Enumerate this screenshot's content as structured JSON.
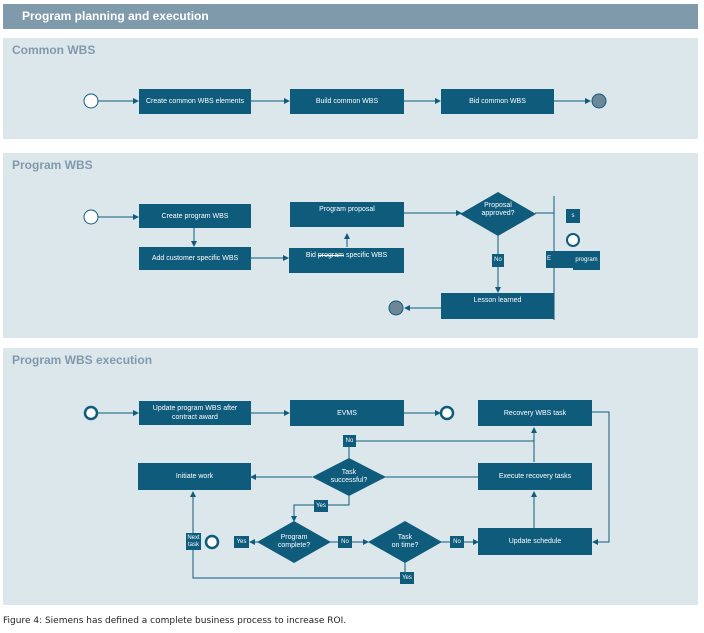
{
  "header": {
    "title": "Program planning and execution"
  },
  "panels": {
    "common": {
      "title": "Common WBS",
      "create": "Create common WBS elements",
      "build": "Build common WBS",
      "bid": "Bid common WBS"
    },
    "program": {
      "title": "Program WBS",
      "create": "Create program WBS",
      "add": "Add customer specific WBS",
      "proposal": "Program proposal",
      "bid_prefix": "Bid",
      "bid_strike": "program",
      "bid_suffix": "specific WBS",
      "decision_l1": "Proposal",
      "decision_l2": "approved?",
      "no": "No",
      "lesson": "Lesson learned",
      "stub_s": "s",
      "stub_e": "E",
      "stub_program": "program"
    },
    "execution": {
      "title": "Program WBS execution",
      "update": "Update program WBS after contract award",
      "evms": "EVMS",
      "recovery_task": "Recovery WBS task",
      "initiate": "Initiate work",
      "task_success_l1": "Task",
      "task_success_l2": "successful?",
      "execute_recovery": "Execute recovery tasks",
      "no_top": "No",
      "yes_mid": "Yes",
      "program_complete_l1": "Program",
      "program_complete_l2": "complete?",
      "no_pc": "No",
      "yes_pc": "Yes",
      "task_ontime_l1": "Task",
      "task_ontime_l2": "on time?",
      "no_ot": "No",
      "yes_ot": "Yes",
      "update_schedule": "Update schedule",
      "next_task_l1": "Next",
      "next_task_l2": "task"
    }
  },
  "caption": "Figure 4: Siemens has defined a complete business process to increase ROI.",
  "colors": {
    "box": "#0e5b7c",
    "panel": "#dce7ec",
    "header": "#7f9aab",
    "line": "#0e5b7c"
  }
}
